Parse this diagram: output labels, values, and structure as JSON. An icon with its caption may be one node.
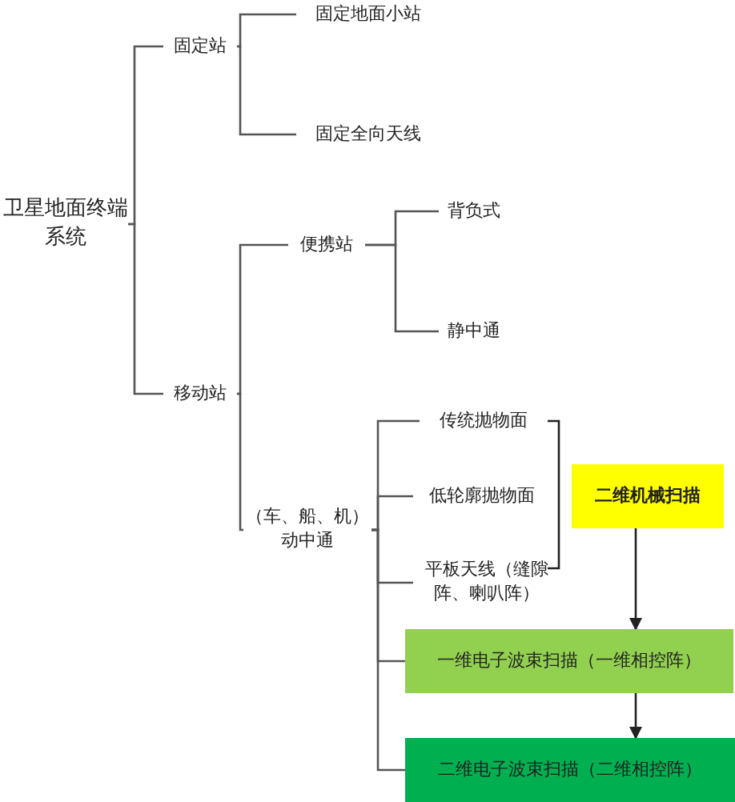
{
  "diagram": {
    "nodes": [
      {
        "text": [
          "卫星地面终端系统"
        ]
      },
      {
        "text": [
          "固定站"
        ]
      },
      {
        "text": [
          "固定地面小站"
        ]
      },
      {
        "text": [
          "固定全向天线"
        ]
      },
      {
        "text": [
          "便携站"
        ]
      },
      {
        "text": [
          "背负式"
        ]
      },
      {
        "text": [
          "静中通"
        ]
      },
      {
        "text": [
          "移动站"
        ]
      },
      {
        "text": [
          "（车、船、机）动中通"
        ]
      },
      {
        "text": [
          "传统抛物面"
        ]
      },
      {
        "text": [
          "低轮廓抛物面"
        ]
      },
      {
        "text": [
          "二维机械扫描"
        ]
      },
      {
        "text": [
          "平板天线（缝隙阵、喇叭阵）"
        ]
      },
      {
        "text": [
          "一维电子波束扫描（一维相控阵）"
        ]
      },
      {
        "text": [
          "二维电子波束扫描（二维相控阵）"
        ]
      }
    ],
    "edges": [
      {
        "from": 0,
        "to": 1,
        "arrow": "none"
      },
      {
        "from": 0,
        "to": 7,
        "arrow": "none"
      },
      {
        "from": 1,
        "to": 2,
        "arrow": "none"
      },
      {
        "from": 1,
        "to": 3,
        "arrow": "none"
      },
      {
        "from": 7,
        "to": 4,
        "arrow": "none"
      },
      {
        "from": 7,
        "to": 8,
        "arrow": "none"
      },
      {
        "from": 4,
        "to": 5,
        "arrow": "none"
      },
      {
        "from": 4,
        "to": 6,
        "arrow": "none"
      },
      {
        "from": 8,
        "to": 9,
        "arrow": "none"
      },
      {
        "from": 8,
        "to": 10,
        "arrow": "none"
      },
      {
        "from": 8,
        "to": 12,
        "arrow": "none"
      },
      {
        "from": 8,
        "to": 13,
        "arrow": "none"
      },
      {
        "from": 8,
        "to": 14,
        "arrow": "none"
      },
      {
        "from": 11,
        "to": 13,
        "arrow": "to"
      },
      {
        "from": 13,
        "to": 14,
        "arrow": "to"
      }
    ]
  }
}
